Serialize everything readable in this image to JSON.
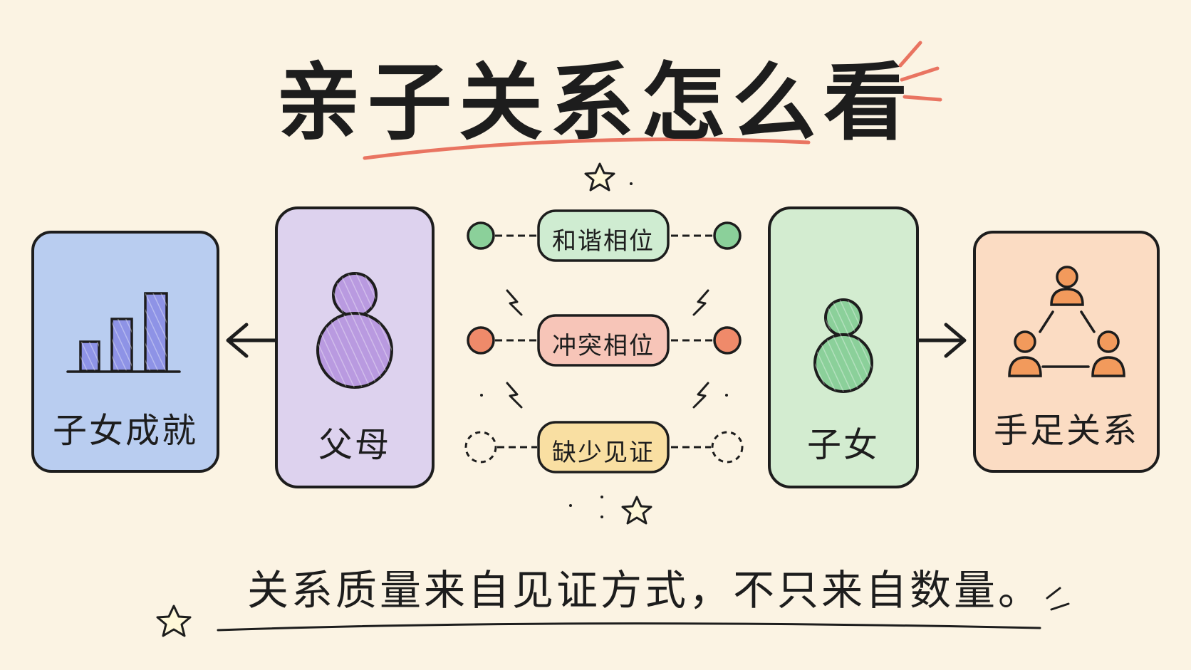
{
  "title": "亲子关系怎么看",
  "cards": {
    "achievement": {
      "label": "子女成就",
      "color": "#b9cdf0",
      "accent": "#8e93e6"
    },
    "parents": {
      "label": "父母",
      "color": "#ddd2ee",
      "accent": "#b99ae0"
    },
    "children": {
      "label": "子女",
      "color": "#d3ecd0",
      "accent": "#8bd09a"
    },
    "siblings": {
      "label": "手足关系",
      "color": "#fbdcc3",
      "accent": "#f29a5c"
    }
  },
  "aspects": [
    {
      "label": "和谐相位",
      "color": "#cfecd1",
      "node_color": "#8bd09a"
    },
    {
      "label": "冲突相位",
      "color": "#f7c5b8",
      "node_color": "#ef8a6a"
    },
    {
      "label": "缺少见证",
      "color": "#f9dfa2",
      "node_color": "none"
    }
  ],
  "caption": "关系质量来自见证方式，不只来自数量。",
  "colors": {
    "background": "#fbf3e3",
    "underline": "#e97461",
    "outline": "#1d1d1d"
  }
}
